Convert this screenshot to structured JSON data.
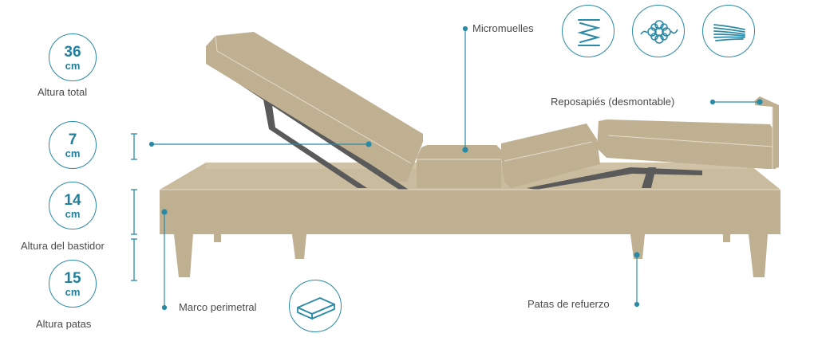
{
  "measures": [
    {
      "value": "36",
      "unit": "cm",
      "caption": "Altura total"
    },
    {
      "value": "7",
      "unit": "cm",
      "caption": ""
    },
    {
      "value": "14",
      "unit": "cm",
      "caption": "Altura del bastidor"
    },
    {
      "value": "15",
      "unit": "cm",
      "caption": "Altura patas"
    }
  ],
  "callouts": {
    "micromuelles": "Micromuelles",
    "reposapies": "Reposapiés (desmontable)",
    "marco": "Marco perimetral",
    "patas": "Patas de refuerzo"
  },
  "icons": [
    "coil-spring-icon",
    "airflow-flower-icon",
    "fabric-layers-icon",
    "frame-board-icon"
  ],
  "colors": {
    "accent": "#2a8aa6",
    "bed_fill": "#bfb092",
    "bed_light": "#c9bb9e",
    "bed_dark": "#a8997a",
    "metal": "#5a5a5a",
    "text": "#4a4a4a"
  }
}
